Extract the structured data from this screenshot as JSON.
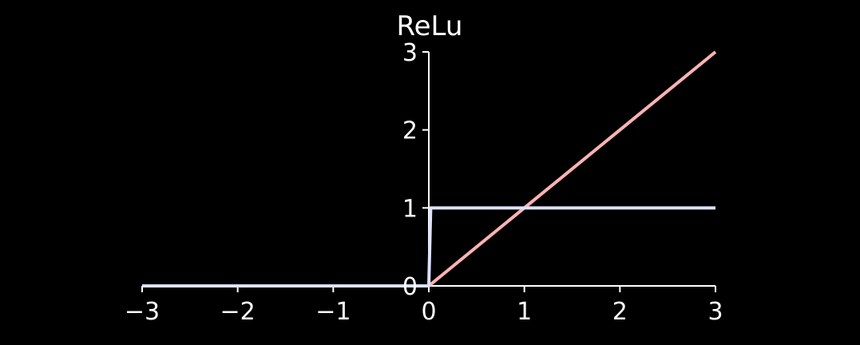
{
  "chart_data": {
    "type": "line",
    "title": "ReLu",
    "xlabel": "",
    "ylabel": "",
    "xlim": [
      -3,
      3
    ],
    "ylim": [
      0,
      3
    ],
    "x_ticks": [
      -3,
      -2,
      -1,
      0,
      1,
      2,
      3
    ],
    "x_tick_labels": [
      "−3",
      "−2",
      "−1",
      "0",
      "1",
      "2",
      "3"
    ],
    "y_ticks": [
      0,
      1,
      2,
      3
    ],
    "y_tick_labels": [
      "0",
      "1",
      "2",
      "3"
    ],
    "grid": false,
    "spines": "centered-at-origin",
    "series": [
      {
        "color": "#ffb3b3",
        "x": [
          -3,
          0,
          3
        ],
        "y": [
          0,
          0,
          3
        ]
      },
      {
        "color": "#dde2ff",
        "x": [
          -3,
          0,
          0.02,
          3
        ],
        "y": [
          0,
          0,
          1,
          1
        ]
      }
    ]
  }
}
